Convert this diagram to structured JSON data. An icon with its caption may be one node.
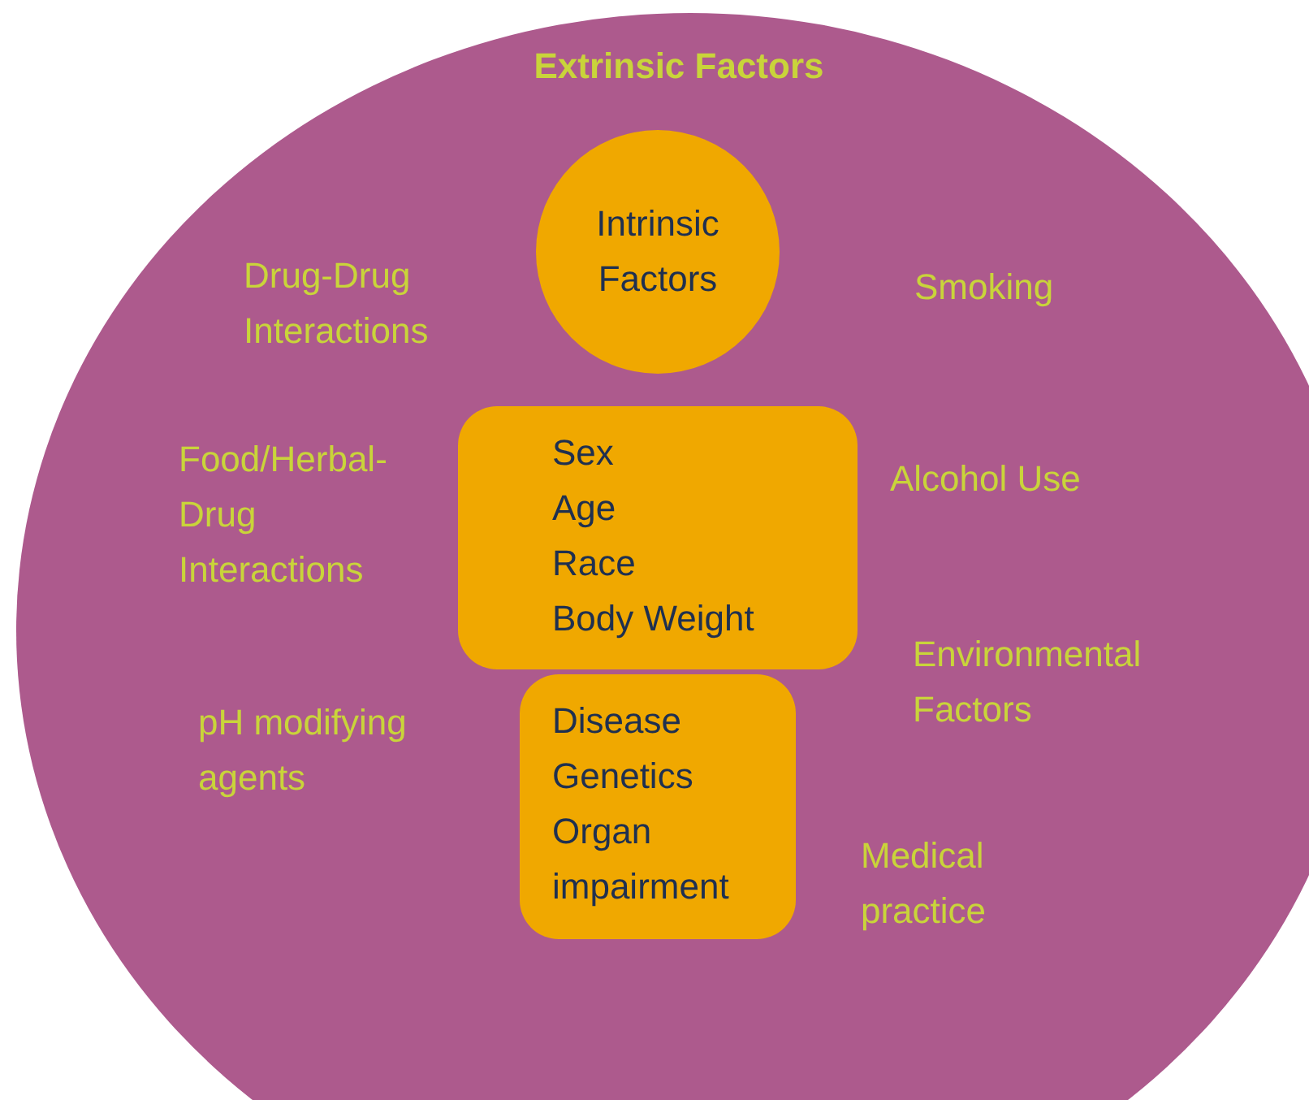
{
  "diagram": {
    "nodes": [
      {
        "text": [
          "Extrinsic Factors"
        ]
      },
      {
        "text": [
          "Intrinsic Factors"
        ],
        "in": 0
      },
      {
        "text": [
          "Sex",
          "Age",
          "Race",
          "Body Weight"
        ],
        "in": 0
      },
      {
        "text": [
          "Disease",
          "Genetics",
          "Organ impairment"
        ],
        "in": 0
      }
    ],
    "edges": [],
    "labels": [
      "Drug-Drug Interactions",
      "Smoking",
      "Food/Herbal-Drug Interactions",
      "Alcohol Use",
      "Environmental Factors",
      "pH modifying agents",
      "Medical practice"
    ]
  }
}
